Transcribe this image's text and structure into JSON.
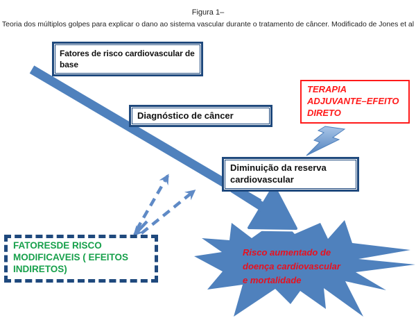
{
  "figure": {
    "title": "Figura 1–",
    "caption": "Teoria dos  múltiplos golpes para explicar o dano ao sistema vascular durante o tratamento de câncer. Modificado de  Jones et al"
  },
  "boxes": {
    "baseline_risk": "Fatores de risco cardiovascular de base",
    "cancer_diagnosis": "Diagnóstico de câncer",
    "adjuvant_therapy": "TERAPIA ADJUVANTE–EFEITO DIRETO",
    "reduced_reserve": "Diminuição da reserva cardiovascular",
    "modifiable_factors": "FATORESDE RISCO MODIFICAVEIS ( EFEITOS INDIRETOS)"
  },
  "starburst": {
    "label": "Risco aumentado de doença cardiovascular e mortalidade"
  },
  "icons": {
    "lightning": "lightning-icon",
    "main_arrow": "diagonal-arrow",
    "dashed_arrows": "dashed-feedback-arrows"
  },
  "colors": {
    "navy": "#1f497d",
    "blue": "#4f81bd",
    "dash-blue": "#5f8ac6",
    "red": "#ff1a1a",
    "green": "#17a04b",
    "burst-red": "#e8101e",
    "bolt-light": "#a9c5e8"
  }
}
